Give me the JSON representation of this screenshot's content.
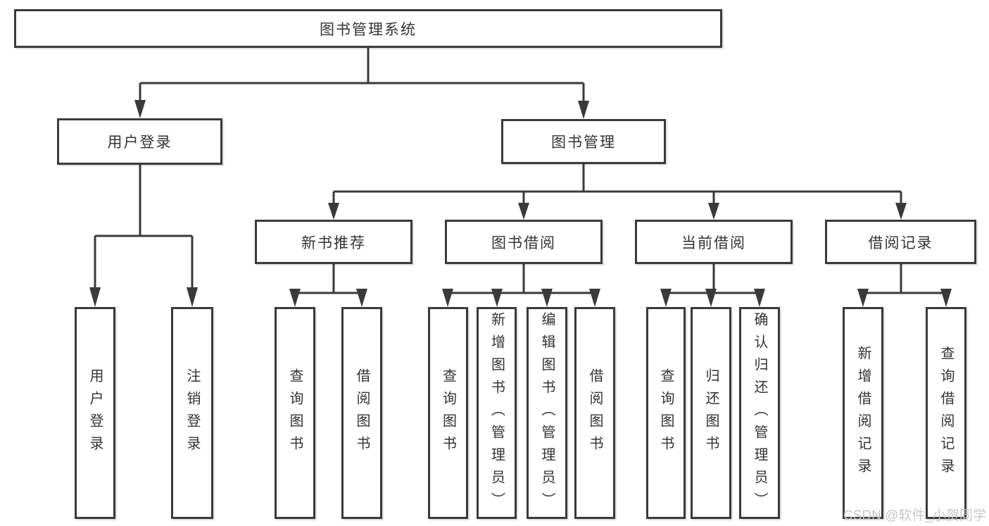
{
  "diagram": {
    "root": {
      "label": "图书管理系统"
    },
    "level2": [
      {
        "label": "用户登录"
      },
      {
        "label": "图书管理"
      }
    ],
    "level3": [
      {
        "label": "新书推荐"
      },
      {
        "label": "图书借阅"
      },
      {
        "label": "当前借阅"
      },
      {
        "label": "借阅记录"
      }
    ],
    "leaves": [
      {
        "label": "用户登录"
      },
      {
        "label": "注销登录"
      },
      {
        "label": "查询图书"
      },
      {
        "label": "借阅图书"
      },
      {
        "label": "查询图书"
      },
      {
        "label": "新增图书（管理员）"
      },
      {
        "label": "编辑图书（管理员）"
      },
      {
        "label": "借阅图书"
      },
      {
        "label": "查询图书"
      },
      {
        "label": "归还图书"
      },
      {
        "label": "确认归还（管理员）"
      },
      {
        "label": "新增借阅记录"
      },
      {
        "label": "查询借阅记录"
      }
    ]
  },
  "watermark": "CSDN @软件_小贺同学",
  "colors": {
    "line": "#3a3a3a",
    "text": "#333333",
    "watermark": "#c7c7c7",
    "background": "#ffffff"
  }
}
